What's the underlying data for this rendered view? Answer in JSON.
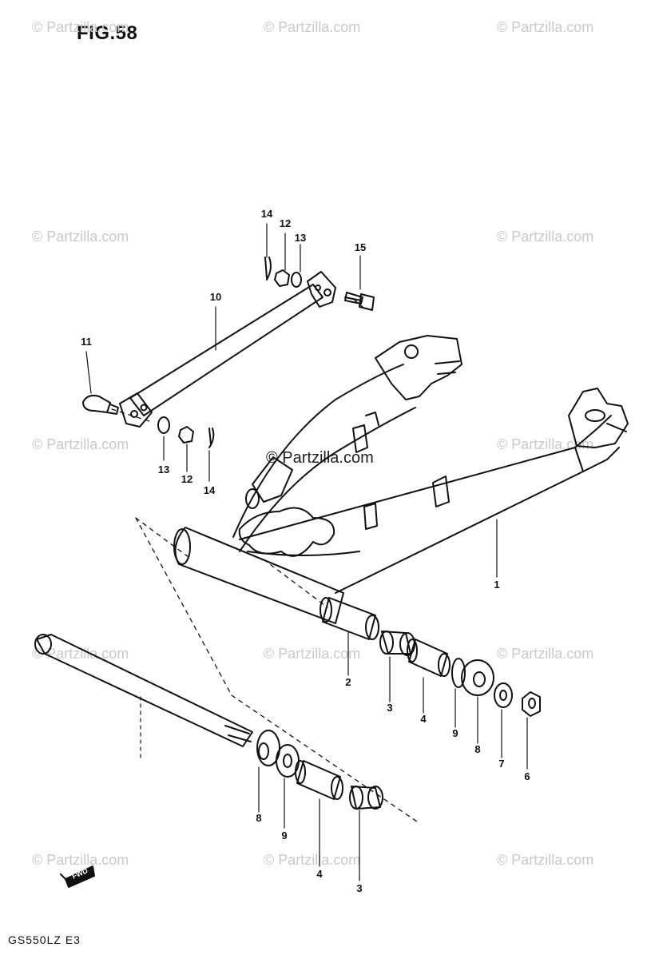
{
  "figure": {
    "title": "FIG.58",
    "model_code": "GS550LZ E3",
    "fwd_label": "FWD"
  },
  "watermark": {
    "text": "© Partzilla.com"
  },
  "callouts": {
    "c1": "1",
    "c2": "2",
    "c3a": "3",
    "c4a": "4",
    "c9a": "9",
    "c8a": "8",
    "c7": "7",
    "c6": "6",
    "c8b": "8",
    "c9b": "9",
    "c4b": "4",
    "c3b": "3",
    "c10": "10",
    "c11": "11",
    "c14a": "14",
    "c12a": "12",
    "c13a": "13",
    "c15": "15",
    "c13b": "13",
    "c12b": "12",
    "c14b": "14"
  }
}
